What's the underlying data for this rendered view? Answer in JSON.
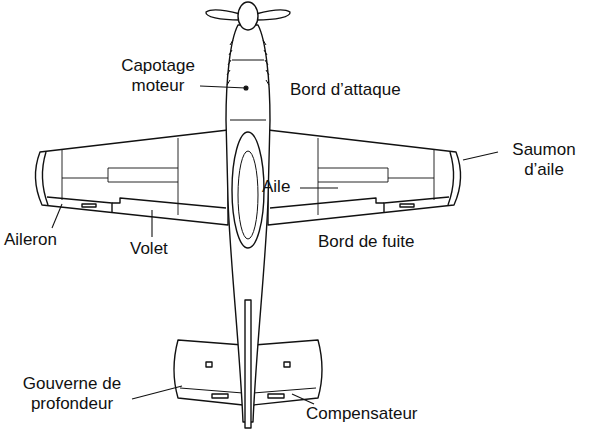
{
  "diagram": {
    "labels": [
      "Capotage moteur",
      "Bord d’attaque",
      "Aile",
      "Saumon d’aile",
      "Aileron",
      "Volet",
      "Bord de fuite",
      "Gouverne de profondeur",
      "Compensateur"
    ]
  }
}
